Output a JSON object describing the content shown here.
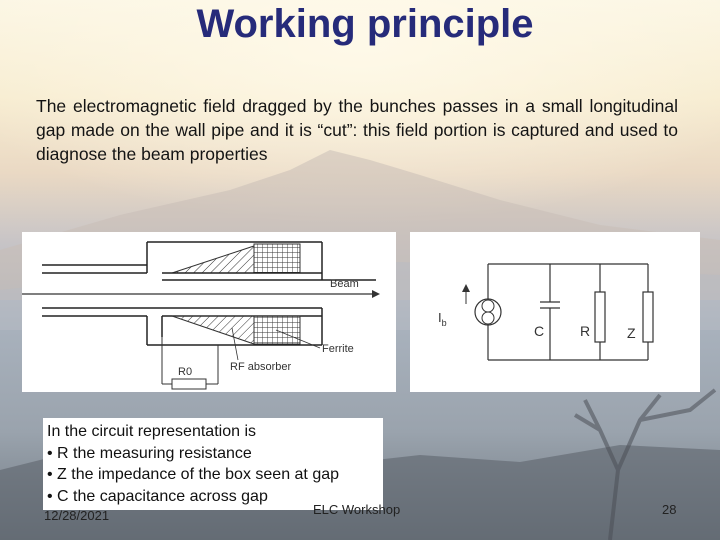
{
  "slide": {
    "title": "Working principle",
    "body": "The electromagnetic field dragged by the bunches passes in a small longitudinal gap made on the wall pipe and it is “cut”: this field portion is captured and used to diagnose the beam properties"
  },
  "pipe_diagram": {
    "labels": {
      "beam": "Beam",
      "ferrite": "Ferrite",
      "rf_absorber": "RF absorber",
      "resistor": "R0"
    }
  },
  "circuit_diagram": {
    "labels": {
      "current": "I",
      "current_sub": "b",
      "capacitor": "C",
      "resistor": "R",
      "impedance": "Z"
    }
  },
  "caption": {
    "lines": [
      "In the circuit representation is",
      "• R the measuring resistance",
      "• Z the impedance of the box seen at gap",
      "• C the capacitance across gap"
    ]
  },
  "footer": {
    "date": "12/28/2021",
    "center": "ELC Workshop",
    "page": "28"
  }
}
